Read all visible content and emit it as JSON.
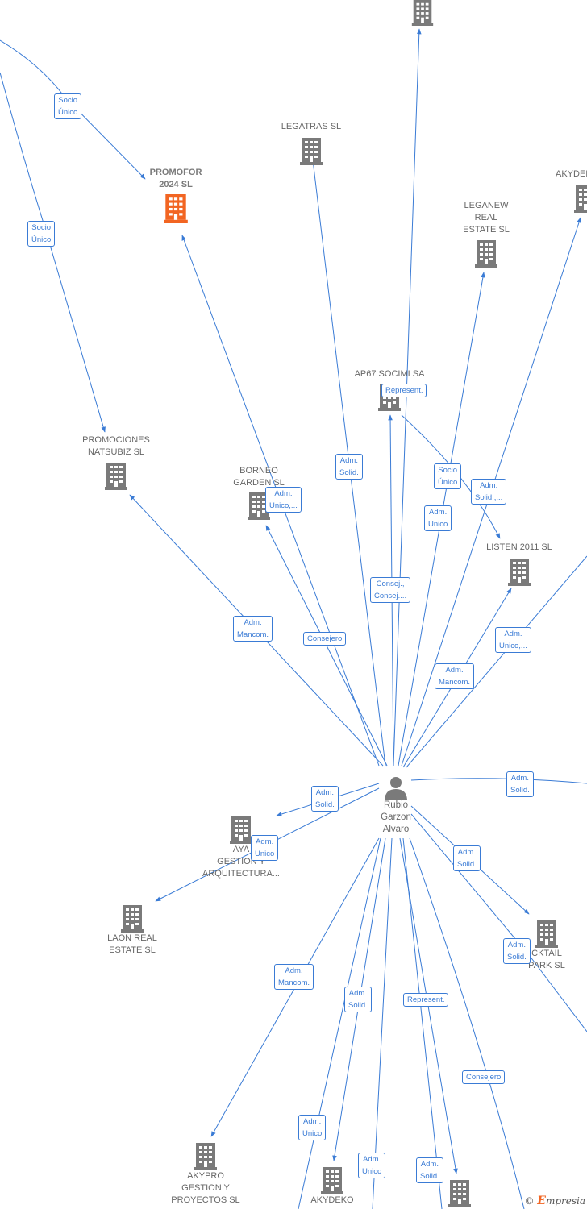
{
  "colors": {
    "edge": "#3a7bd5",
    "building": "#7a7a7a",
    "building_focus": "#f26522",
    "person": "#7a7a7a"
  },
  "person": {
    "name_lines": [
      "Rubio",
      "Garzon",
      "Alvaro"
    ],
    "icon": "person-icon"
  },
  "companies": {
    "promofor": {
      "lines": [
        "PROMOFOR",
        "2024  SL"
      ],
      "icon": "building-icon",
      "highlight": true
    },
    "legatras": {
      "lines": [
        "LEGATRAS SL"
      ],
      "icon": "building-icon"
    },
    "akydeko_top": {
      "lines": [
        "AKYDEI"
      ],
      "icon": "building-icon"
    },
    "leganew": {
      "lines": [
        "LEGANEW",
        "REAL",
        "ESTATE  SL"
      ],
      "icon": "building-icon"
    },
    "ap67": {
      "lines": [
        "AP67 SOCIMI SA"
      ],
      "icon": "building-icon"
    },
    "promociones": {
      "lines": [
        "PROMOCIONES",
        "NATSUBIZ  SL"
      ],
      "icon": "building-icon"
    },
    "borneo": {
      "lines": [
        "BORNEO",
        "GARDEN  SL"
      ],
      "icon": "building-icon"
    },
    "listen": {
      "lines": [
        "LISTEN 2011 SL"
      ],
      "icon": "building-icon"
    },
    "aya": {
      "lines": [
        "AYA",
        "GESTION Y",
        "ARQUITECTURA..."
      ],
      "icon": "building-icon"
    },
    "laon": {
      "lines": [
        "LAON REAL",
        "ESTATE  SL"
      ],
      "icon": "building-icon"
    },
    "cocktail": {
      "lines": [
        "CKTAIL",
        "PARK SL"
      ],
      "icon": "building-icon"
    },
    "akypro": {
      "lines": [
        "AKYPRO",
        "GESTION Y",
        "PROYECTOS  SL"
      ],
      "icon": "building-icon"
    },
    "akydeko": {
      "lines": [
        "AKYDEKO"
      ],
      "icon": "building-icon"
    },
    "top_unnamed": {
      "lines": [],
      "icon": "building-icon"
    },
    "bottom_unnamed": {
      "lines": [],
      "icon": "building-icon"
    }
  },
  "relations": [
    [
      "Socio",
      "Único"
    ],
    [
      "Socio",
      "Único"
    ],
    [
      "Adm.",
      "Solid."
    ],
    [
      "Represent."
    ],
    [
      "Socio",
      "Único"
    ],
    [
      "Adm.",
      "Solid.,..."
    ],
    [
      "Adm.",
      "Unico,..."
    ],
    [
      "Adm.",
      "Unico"
    ],
    [
      "Consej.,",
      "Consej...."
    ],
    [
      "Adm.",
      "Mancom."
    ],
    [
      "Consejero"
    ],
    [
      "Adm.",
      "Unico,..."
    ],
    [
      "Adm.",
      "Mancom."
    ],
    [
      "Adm.",
      "Solid."
    ],
    [
      "Adm.",
      "Solid."
    ],
    [
      "Adm.",
      "Unico"
    ],
    [
      "Adm.",
      "Solid."
    ],
    [
      "Adm.",
      "Solid."
    ],
    [
      "Adm.",
      "Mancom."
    ],
    [
      "Adm.",
      "Solid."
    ],
    [
      "Represent."
    ],
    [
      "Consejero"
    ],
    [
      "Adm.",
      "Unico"
    ],
    [
      "Adm.",
      "Unico"
    ],
    [
      "Adm.",
      "Solid."
    ]
  ],
  "watermark": {
    "copyright": "©",
    "brand_initial": "E",
    "brand_rest": "mpresia"
  }
}
